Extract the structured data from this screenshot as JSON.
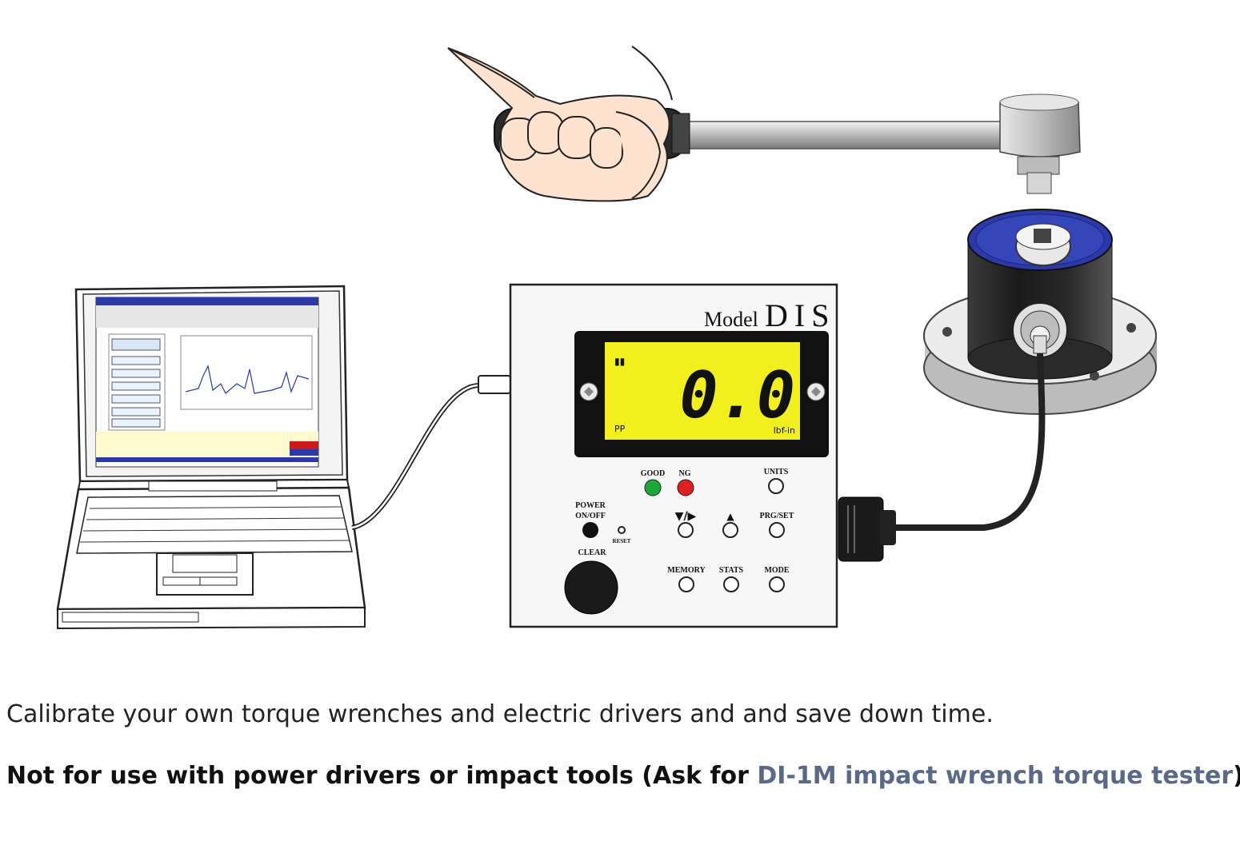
{
  "device": {
    "model_prefix": "Model",
    "model_name": "DIS",
    "display_value": "0.0",
    "display_mode": "PP",
    "display_unit": "lbf-in",
    "display_indicator": "▮▮",
    "buttons": {
      "good": "GOOD",
      "ng": "NG",
      "units": "UNITS",
      "power_line1": "POWER",
      "power_line2": "ON/OFF",
      "reset": "RESET",
      "clear": "CLEAR",
      "down_right": "▼/▶",
      "up": "▲",
      "prg_set": "PRG/SET",
      "memory": "MEMORY",
      "stats": "STATS",
      "mode": "MODE"
    },
    "colors": {
      "lcd_background": "#f2ef1e",
      "good_led": "#1fa83a",
      "ng_led": "#e02020",
      "sensor_ring": "#2b3aa8"
    }
  },
  "captions": {
    "line1": "Calibrate your own torque wrenches and electric drivers and and save down time.",
    "line2_prefix": "Not for use with power drivers or impact tools (Ask for ",
    "line2_link": "DI-1M impact wrench torque tester",
    "line2_suffix": ")."
  },
  "link_color": "#5a6a86"
}
